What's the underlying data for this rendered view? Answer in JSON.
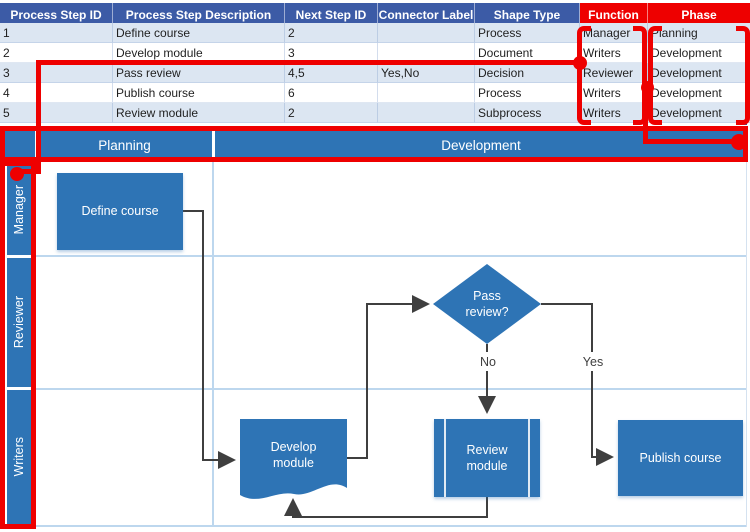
{
  "table": {
    "columns": [
      {
        "label": "Process Step ID",
        "width": 113,
        "highlight": false
      },
      {
        "label": "Process Step Description",
        "width": 172,
        "highlight": false
      },
      {
        "label": "Next Step ID",
        "width": 93,
        "highlight": false
      },
      {
        "label": "Connector Label",
        "width": 97,
        "highlight": false
      },
      {
        "label": "Shape Type",
        "width": 105,
        "highlight": false
      },
      {
        "label": "Function",
        "width": 68,
        "highlight": true
      },
      {
        "label": "Phase",
        "width": 102,
        "highlight": true
      }
    ],
    "rows": [
      [
        "1",
        "Define course",
        "2",
        "",
        "Process",
        "Manager",
        "Planning"
      ],
      [
        "2",
        "Develop module",
        "3",
        "",
        "Document",
        "Writers",
        "Development"
      ],
      [
        "3",
        "Pass review",
        "4,5",
        "Yes,No",
        "Decision",
        "Reviewer",
        "Development"
      ],
      [
        "4",
        "Publish course",
        "6",
        "",
        "Process",
        "Writers",
        "Development"
      ],
      [
        "5",
        "Review module",
        "2",
        "",
        "Subprocess",
        "Writers",
        "Development"
      ]
    ]
  },
  "flowchart": {
    "phases": [
      "Planning",
      "Development"
    ],
    "lanes": [
      "Manager",
      "Reviewer",
      "Writers"
    ],
    "nodes": {
      "define": {
        "label": "Define course",
        "shape": "Process"
      },
      "develop": {
        "label": "Develop module",
        "shape": "Document"
      },
      "pass": {
        "label": "Pass review?",
        "shape": "Decision"
      },
      "review": {
        "label": "Review module",
        "shape": "Subprocess"
      },
      "publish": {
        "label": "Publish course",
        "shape": "Process"
      }
    },
    "edge_labels": {
      "no": "No",
      "yes": "Yes"
    }
  },
  "colors": {
    "table_header": "#3C5BA6",
    "row_band": "#DCE6F2",
    "shape_blue": "#2E74B5",
    "lane_line": "#BDD7EE",
    "connector": "#3F3F3F",
    "annotation_red": "#EE0000"
  }
}
